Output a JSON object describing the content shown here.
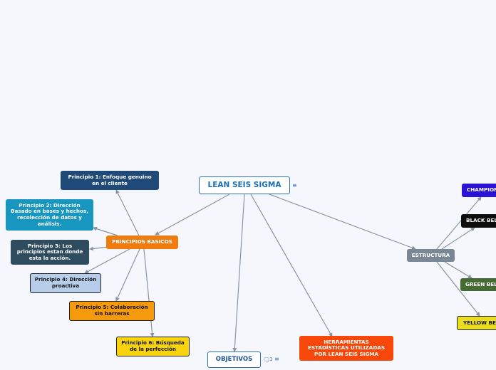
{
  "root": {
    "label": "LEAN SEIS SIGMA"
  },
  "principios": {
    "label": "PRINCIPIOS BASICOS",
    "items": [
      "Principio 1: Enfoque genuino en el cliente",
      "Principio 2: Dirección Basado en bases y hechos, recolección de datos y análisis.",
      "Principio 3: Los principios estan donde esta la acción.",
      "Principio 4: Dirección proactiva",
      "Principio 5: Colaboración sin barreras",
      "Principio 6: Búsqueda de la perfección"
    ]
  },
  "objetivos": {
    "label": "OBJETIVOS",
    "comment_count": "1"
  },
  "herramientas": {
    "label": "HERRAMIENTAS ESTADÍSTICAS UTILIZADAS POR LEAN SEIS SIGMA"
  },
  "estructura": {
    "label": "ESTRUCTURA",
    "items": [
      "CHAMPION",
      "BLACK BEL",
      "GREEN BEL",
      "YELLOW BE"
    ]
  },
  "colors": {
    "link": "#8a94a3",
    "principios": "#f07b0e",
    "p1": "#1f4a78",
    "p2": "#1796bf",
    "p3": "#2f4b5e",
    "p4": "#b8cde9",
    "p5": "#f59a0c",
    "p6": "#f8d40e",
    "herramientas": "#f7470b",
    "estructura": "#7a8794",
    "champion": "#2a12d6",
    "black": "#0d0d0d",
    "green": "#456b33",
    "yellow": "#eadc1e"
  }
}
